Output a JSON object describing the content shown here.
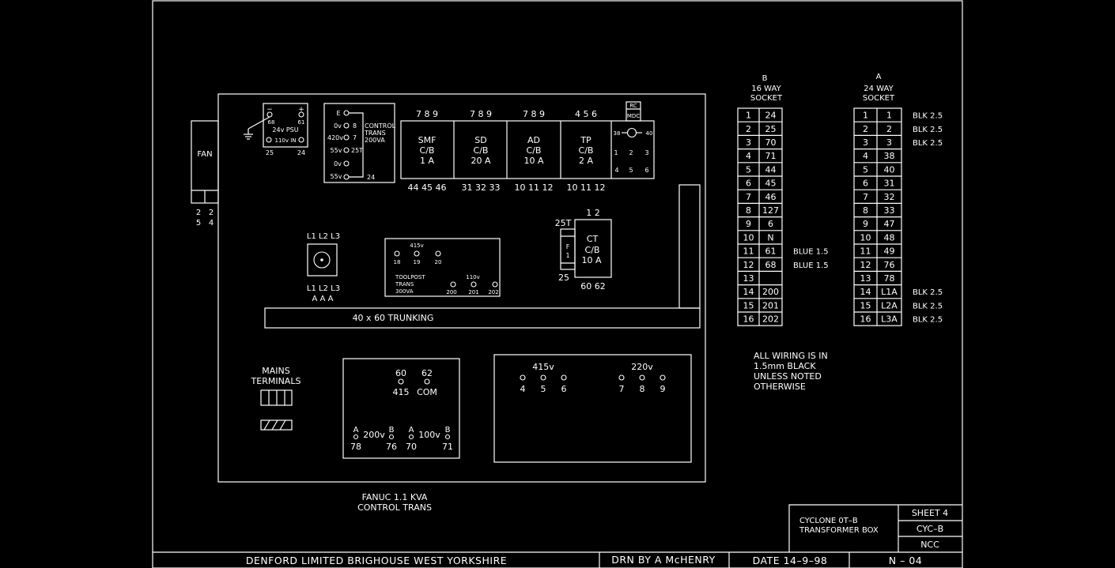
{
  "frame": {
    "fan": "FAN",
    "fan_terms": [
      "2",
      "2",
      "5",
      "4"
    ],
    "psu": {
      "title": "24v PSU",
      "minus": "−",
      "plus": "+",
      "n68": "68",
      "n61": "61",
      "in": "110v IN",
      "n25": "25",
      "n24": "24"
    },
    "ctrl_trans": {
      "title": [
        "CONTROL",
        "TRANS",
        "200VA"
      ],
      "rows": [
        "E",
        "0v",
        "420v",
        "55v",
        "0v",
        "55v"
      ],
      "right": [
        "8",
        "7",
        "25T",
        "24"
      ]
    },
    "breakers": [
      {
        "top": "7 8 9",
        "lines": [
          "SMF",
          "C/B",
          "1 A"
        ],
        "bottom": "44 45 46"
      },
      {
        "top": "7 8 9",
        "lines": [
          "SD",
          "C/B",
          "20 A"
        ],
        "bottom": "31 32 33"
      },
      {
        "top": "7 8 9",
        "lines": [
          "AD",
          "C/B",
          "10 A"
        ],
        "bottom": "10 11 12"
      },
      {
        "top": "4 5 6",
        "lines": [
          "TP",
          "C/B",
          "2 A"
        ],
        "bottom": "10 11 12"
      }
    ],
    "mdc": {
      "rc": "RC",
      "label": "MDC",
      "l": "38",
      "r": "40",
      "top": [
        "1",
        "2",
        "3"
      ],
      "bot": [
        "4",
        "5",
        "6"
      ]
    },
    "isolator": {
      "top": "L1 L2 L3",
      "bottom": "L1 L2 L3",
      "sub": "A   A   A"
    },
    "toolpost": {
      "v415": "415v",
      "taps": [
        "18",
        "19",
        "20"
      ],
      "title": [
        "TOOLPOST",
        "TRANS",
        "300VA"
      ],
      "v110": "110v",
      "out": [
        "200",
        "201",
        "202"
      ]
    },
    "ct": {
      "top": "1  2",
      "n25t": "25T",
      "fuse": [
        "F",
        "1"
      ],
      "n25": "25",
      "lines": [
        "CT",
        "C/B",
        "10 A"
      ],
      "bottom": "60 62"
    },
    "trunking": "40 x 60 TRUNKING",
    "mains": [
      "MAINS",
      "TERMINALS"
    ],
    "fanuc_box": {
      "top": [
        "60",
        "62"
      ],
      "mid": [
        "415",
        "COM"
      ],
      "labels": [
        "A",
        "200v",
        "B",
        "A",
        "100v",
        "B"
      ],
      "nums": [
        "78",
        "76",
        "70",
        "71"
      ]
    },
    "main_trans": {
      "v415": "415v",
      "v220": "220v",
      "a": [
        "4",
        "5",
        "6"
      ],
      "b": [
        "7",
        "8",
        "9"
      ]
    },
    "fanuc_caption": [
      "FANUC 1.1 KVA",
      "CONTROL TRANS"
    ]
  },
  "socket_b": {
    "header": [
      "B",
      "16 WAY",
      "SOCKET"
    ],
    "rows": [
      [
        "1",
        "24"
      ],
      [
        "2",
        "25"
      ],
      [
        "3",
        "70"
      ],
      [
        "4",
        "71"
      ],
      [
        "5",
        "44"
      ],
      [
        "6",
        "45"
      ],
      [
        "7",
        "46"
      ],
      [
        "8",
        "127"
      ],
      [
        "9",
        "6"
      ],
      [
        "10",
        "N"
      ],
      [
        "11",
        "61"
      ],
      [
        "12",
        "68"
      ],
      [
        "13",
        ""
      ],
      [
        "14",
        "200"
      ],
      [
        "15",
        "201"
      ],
      [
        "16",
        "202"
      ]
    ],
    "notes": [
      "",
      "",
      "",
      "",
      "",
      "",
      "",
      "",
      "",
      "",
      "BLUE 1.5",
      "BLUE 1.5",
      "",
      "",
      "",
      ""
    ]
  },
  "socket_a": {
    "header": [
      "A",
      "24 WAY",
      "SOCKET"
    ],
    "rows": [
      [
        "1",
        "1"
      ],
      [
        "2",
        "2"
      ],
      [
        "3",
        "3"
      ],
      [
        "4",
        "38"
      ],
      [
        "5",
        "40"
      ],
      [
        "6",
        "31"
      ],
      [
        "7",
        "32"
      ],
      [
        "8",
        "33"
      ],
      [
        "9",
        "47"
      ],
      [
        "10",
        "48"
      ],
      [
        "11",
        "49"
      ],
      [
        "12",
        "76"
      ],
      [
        "13",
        "78"
      ],
      [
        "14",
        "L1A"
      ],
      [
        "15",
        "L2A"
      ],
      [
        "16",
        "L3A"
      ]
    ],
    "notes": [
      "BLK 2.5",
      "BLK 2.5",
      "BLK 2.5",
      "",
      "",
      "",
      "",
      "",
      "",
      "",
      "",
      "",
      "",
      "BLK 2.5",
      "BLK 2.5",
      "BLK 2.5"
    ]
  },
  "wiring_note": [
    "ALL WIRING IS IN",
    "1.5mm BLACK",
    "UNLESS NOTED",
    "OTHERWISE"
  ],
  "title_block": {
    "title": [
      "CYCLONE 0T–B",
      "TRANSFORMER BOX"
    ],
    "sheet": "SHEET 4",
    "code": "CYC–B",
    "ncc": "NCC"
  },
  "footer": {
    "company": "DENFORD LIMITED   BRIGHOUSE   WEST YORKSHIRE",
    "drawn": "DRN BY  A McHENRY",
    "date": "DATE   14–9–98",
    "number": "N  –  04"
  }
}
